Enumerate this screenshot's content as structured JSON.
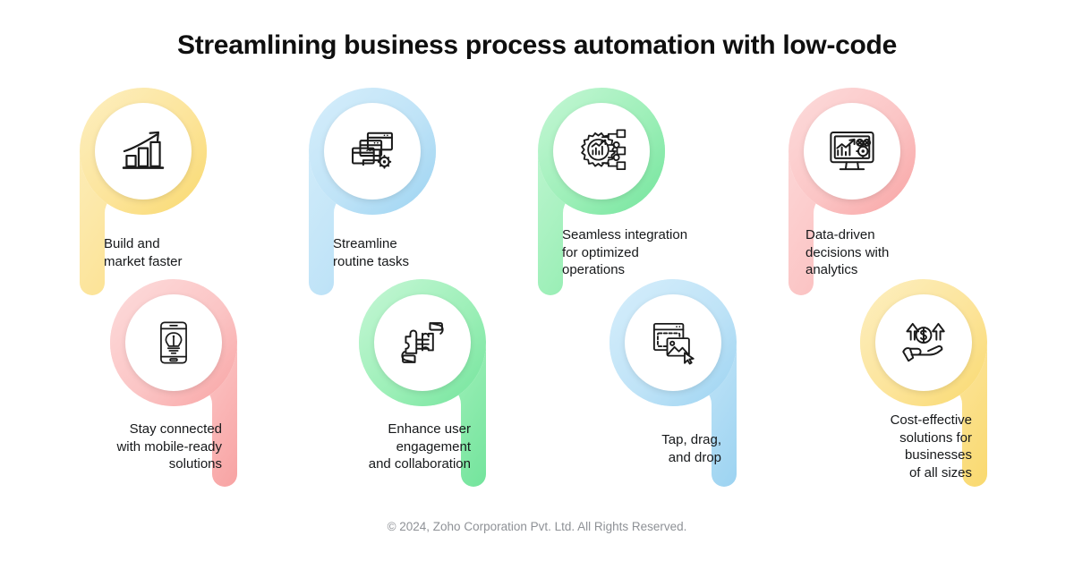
{
  "header": {
    "title": "Streamlining business process automation with low-code"
  },
  "footer": {
    "text": "© 2024, Zoho Corporation Pvt. Ltd. All Rights Reserved."
  },
  "colors": {
    "yellow": "#FCE49A",
    "blue": "#BFE3F7",
    "green": "#9DEFB8",
    "pink": "#FBC5C5",
    "title": "#0f0f0f",
    "caption": "#16181a",
    "footer": "#8e9196",
    "icon_stroke": "#1a1a1a",
    "background": "#ffffff"
  },
  "items": [
    {
      "id": 1,
      "row": "top",
      "color": "#FCE49A",
      "color_name": "yellow",
      "icon": "growth-bar-chart-icon",
      "caption": "Build and\nmarket faster",
      "align": "left"
    },
    {
      "id": 2,
      "row": "bottom",
      "color": "#FBC5C5",
      "color_name": "pink",
      "icon": "mobile-lightbulb-icon",
      "caption": "Stay connected\nwith mobile-ready\nsolutions",
      "align": "right"
    },
    {
      "id": 3,
      "row": "top",
      "color": "#BFE3F7",
      "color_name": "blue",
      "icon": "stacked-windows-gear-icon",
      "caption": "Streamline\nroutine tasks",
      "align": "left"
    },
    {
      "id": 4,
      "row": "bottom",
      "color": "#9DEFB8",
      "color_name": "green",
      "icon": "handshake-puzzle-icon",
      "caption": "Enhance user\nengagement\nand collaboration",
      "align": "right"
    },
    {
      "id": 5,
      "row": "top",
      "color": "#9DEFB8",
      "color_name": "green",
      "icon": "gear-network-integration-icon",
      "caption": "Seamless integration\nfor optimized\noperations",
      "align": "left"
    },
    {
      "id": 6,
      "row": "bottom",
      "color": "#BFE3F7",
      "color_name": "blue",
      "icon": "drag-drop-image-icon",
      "caption": "Tap, drag,\nand drop",
      "align": "right"
    },
    {
      "id": 7,
      "row": "top",
      "color": "#FBC5C5",
      "color_name": "pink",
      "icon": "monitor-analytics-icon",
      "caption": "Data-driven\ndecisions with\nanalytics",
      "align": "left"
    },
    {
      "id": 8,
      "row": "bottom",
      "color": "#FCE49A",
      "color_name": "yellow",
      "icon": "hand-money-growth-icon",
      "caption": "Cost-effective\nsolutions for\nbusinesses\nof all sizes",
      "align": "right"
    }
  ]
}
